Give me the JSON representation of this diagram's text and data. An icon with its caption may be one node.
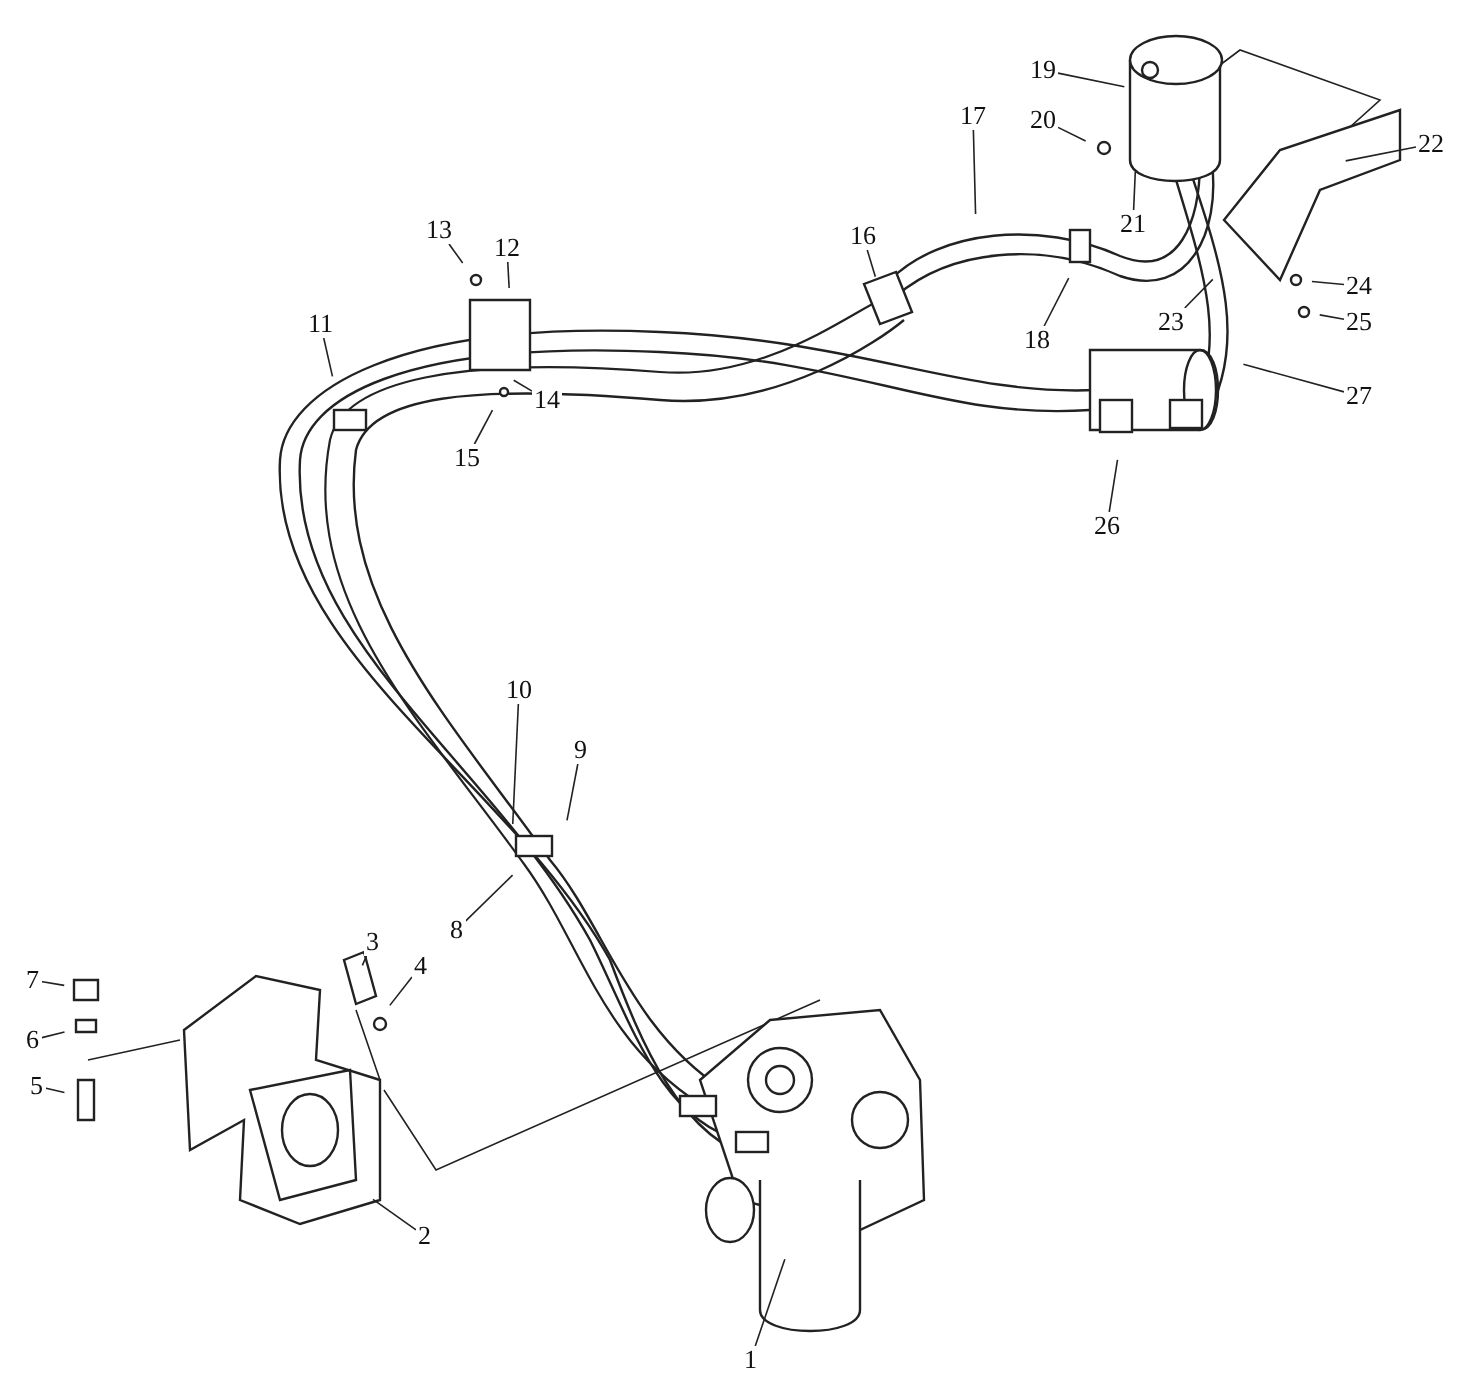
{
  "diagram": {
    "nodes": [
      {
        "text": [
          "1"
        ]
      },
      {
        "text": [
          "2"
        ]
      },
      {
        "text": [
          "3"
        ]
      },
      {
        "text": [
          "4"
        ]
      },
      {
        "text": [
          "5"
        ]
      },
      {
        "text": [
          "6"
        ]
      },
      {
        "text": [
          "7"
        ]
      },
      {
        "text": [
          "8"
        ]
      },
      {
        "text": [
          "9"
        ]
      },
      {
        "text": [
          "10"
        ]
      },
      {
        "text": [
          "11"
        ]
      },
      {
        "text": [
          "12"
        ]
      },
      {
        "text": [
          "13"
        ]
      },
      {
        "text": [
          "14"
        ]
      },
      {
        "text": [
          "15"
        ]
      },
      {
        "text": [
          "16"
        ]
      },
      {
        "text": [
          "17"
        ]
      },
      {
        "text": [
          "18"
        ]
      },
      {
        "text": [
          "19"
        ]
      },
      {
        "text": [
          "20"
        ]
      },
      {
        "text": [
          "21"
        ]
      },
      {
        "text": [
          "22"
        ]
      },
      {
        "text": [
          "23"
        ]
      },
      {
        "text": [
          "24"
        ]
      },
      {
        "text": [
          "25"
        ]
      },
      {
        "text": [
          "26"
        ]
      },
      {
        "text": [
          "27"
        ]
      }
    ],
    "edges": [
      {
        "from": 0,
        "to": null,
        "arrow": "none"
      },
      {
        "from": 1,
        "to": null,
        "arrow": "none"
      },
      {
        "from": 2,
        "to": null,
        "arrow": "none"
      },
      {
        "from": 3,
        "to": null,
        "arrow": "none"
      },
      {
        "from": 4,
        "to": null,
        "arrow": "none"
      },
      {
        "from": 5,
        "to": null,
        "arrow": "none"
      },
      {
        "from": 6,
        "to": null,
        "arrow": "none"
      },
      {
        "from": 7,
        "to": null,
        "arrow": "none"
      },
      {
        "from": 8,
        "to": null,
        "arrow": "none"
      },
      {
        "from": 9,
        "to": null,
        "arrow": "none"
      },
      {
        "from": 10,
        "to": null,
        "arrow": "none"
      },
      {
        "from": 11,
        "to": null,
        "arrow": "none"
      },
      {
        "from": 12,
        "to": null,
        "arrow": "none"
      },
      {
        "from": 13,
        "to": null,
        "arrow": "none"
      },
      {
        "from": 14,
        "to": null,
        "arrow": "none"
      },
      {
        "from": 15,
        "to": null,
        "arrow": "none"
      },
      {
        "from": 16,
        "to": null,
        "arrow": "none"
      },
      {
        "from": 17,
        "to": null,
        "arrow": "none"
      },
      {
        "from": 18,
        "to": null,
        "arrow": "none"
      },
      {
        "from": 19,
        "to": null,
        "arrow": "none"
      },
      {
        "from": 20,
        "to": null,
        "arrow": "none"
      },
      {
        "from": 21,
        "to": null,
        "arrow": "none"
      },
      {
        "from": 22,
        "to": null,
        "arrow": "none"
      },
      {
        "from": 23,
        "to": null,
        "arrow": "none"
      },
      {
        "from": 24,
        "to": null,
        "arrow": "none"
      },
      {
        "from": 25,
        "to": null,
        "arrow": "none"
      },
      {
        "from": 26,
        "to": null,
        "arrow": "none"
      }
    ]
  }
}
